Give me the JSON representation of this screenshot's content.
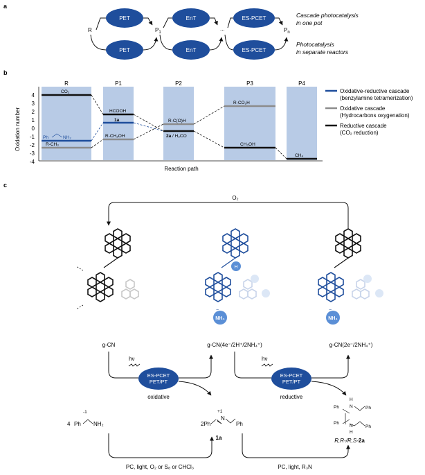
{
  "colors": {
    "blue": "#1f4e9c",
    "light_blue_bar": "#b8cbe6",
    "gray": "#8c8c8c",
    "black": "#111111"
  },
  "panel_a": {
    "label": "a",
    "start": "R",
    "p1": "P",
    "p1_sub": "1",
    "ellipsis": "...",
    "pn": "P",
    "pn_sub": "n",
    "steps": [
      "PET",
      "EnT",
      "ES-PCET"
    ],
    "caption_one_pot_1": "Cascade photocatalysis",
    "caption_one_pot_2": "in one pot",
    "caption_separate_1": "Photocatalysis",
    "caption_separate_2": "in separate reactors"
  },
  "panel_b": {
    "label": "b",
    "columns": [
      "R",
      "P1",
      "P2",
      "P3",
      "P4"
    ],
    "yaxis_label": "Oxidation number",
    "xaxis_label": "Reaction path",
    "yticks": [
      "4",
      "3",
      "2",
      "1",
      "0",
      "-1",
      "-2",
      "-3",
      "-4"
    ],
    "species": {
      "co2": "CO₂",
      "hcooh": "HCOOH",
      "one_a": "1a",
      "rcoh": "R-C(O)H",
      "rco2h": "R-CO₂H",
      "amine_ph": "Ph",
      "amine_nh2": "NH₂",
      "rch2oh": "R-CH₂OH",
      "two_a": "2a",
      "h2co": " / H₂CO",
      "ch3oh": "CH₃OH",
      "rch3": "R-CH₃",
      "ch4": "CH₄"
    },
    "legend": [
      {
        "line1": "Oxidative-reductive cascade",
        "line2": "(benzylamine tetramerization)",
        "color": "#1f4e9c"
      },
      {
        "line1": "Oxidative cascade",
        "line2": "(Hydrocarbons oxygenation)",
        "color": "#8c8c8c"
      },
      {
        "line1": "Reductive cascade",
        "line2": "(CO₂ reduction)",
        "color": "#111111"
      }
    ]
  },
  "panel_c": {
    "label": "c",
    "o2": "O₂",
    "cat_left": "g-CN",
    "cat_mid": "g-CN(4e⁻/2H⁺/2NH₄⁺)",
    "cat_right": "g-CN(2e⁻/2NH₄⁺)",
    "nh4": "NH₄",
    "h_label": "H",
    "minus": "−",
    "hv": "hν",
    "pcet_line1": "ES-PCET",
    "pcet_line2": "PET/PT",
    "oxidative": "oxidative",
    "reductive": "reductive",
    "reactant_coef": "4",
    "reactant_ox": "-1",
    "reactant_ph": "Ph",
    "reactant_nh2": "NH₂",
    "imine_coef": "2Ph",
    "imine_ox": "+1",
    "imine_n": "N",
    "imine_ph": "Ph",
    "imine_label": "1a",
    "product_labels": [
      "Ph",
      "H",
      "N",
      "Ph",
      "Ph",
      "N",
      "Ph",
      "H"
    ],
    "product_name": "R,R-/R,S-",
    "product_name_bold": "2a",
    "cond_left": "PC, light, O₂ or S₈ or CHCl₃",
    "cond_right": "PC, light, R₃N"
  }
}
